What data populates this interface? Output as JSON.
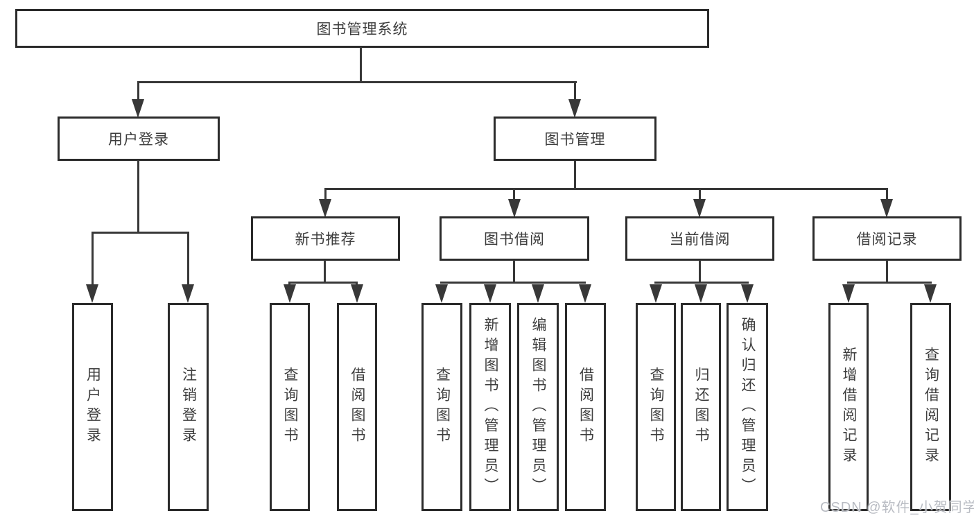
{
  "diagram_title": "图书管理系统",
  "tree": {
    "label": "图书管理系统",
    "children": [
      {
        "label": "用户登录",
        "children": [
          {
            "label": "用户登录"
          },
          {
            "label": "注销登录"
          }
        ]
      },
      {
        "label": "图书管理",
        "children": [
          {
            "label": "新书推荐",
            "children": [
              {
                "label": "查询图书"
              },
              {
                "label": "借阅图书"
              }
            ]
          },
          {
            "label": "图书借阅",
            "children": [
              {
                "label": "查询图书"
              },
              {
                "label": "新增图书（管理员）"
              },
              {
                "label": "编辑图书（管理员）"
              },
              {
                "label": "借阅图书"
              }
            ]
          },
          {
            "label": "当前借阅",
            "children": [
              {
                "label": "查询图书"
              },
              {
                "label": "归还图书"
              },
              {
                "label": "确认归还（管理员）"
              }
            ]
          },
          {
            "label": "借阅记录",
            "children": [
              {
                "label": "新增借阅记录"
              },
              {
                "label": "查询借阅记录"
              }
            ]
          }
        ]
      }
    ]
  },
  "watermark": {
    "text": "CSDN @软件_小贺同学"
  },
  "colors": {
    "line": "#383838",
    "box_border": "#2b2b2b",
    "text": "#3d3d3d",
    "watermark": "#b9bcc3",
    "background": "#ffffff"
  }
}
